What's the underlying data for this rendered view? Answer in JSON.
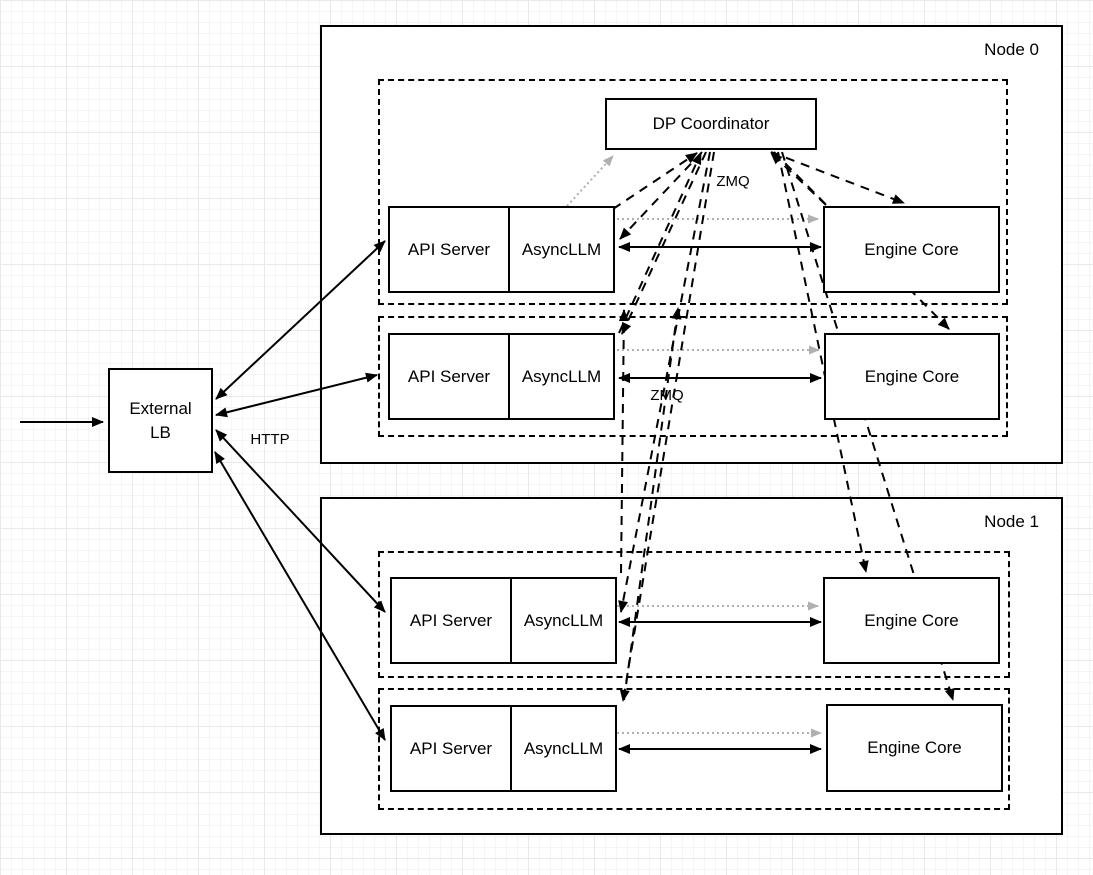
{
  "diagram": {
    "external_lb": {
      "line1": "External",
      "line2": "LB"
    },
    "labels": {
      "http": "HTTP",
      "zmq_top": "ZMQ",
      "zmq_row2": "ZMQ"
    },
    "node0": {
      "label": "Node 0"
    },
    "node1": {
      "label": "Node 1"
    },
    "dp_coordinator": {
      "label": "DP Coordinator"
    },
    "rows": [
      {
        "api": "API Server",
        "async": "AsyncLLM",
        "engine": "Engine Core"
      },
      {
        "api": "API Server",
        "async": "AsyncLLM",
        "engine": "Engine Core"
      },
      {
        "api": "API Server",
        "async": "AsyncLLM",
        "engine": "Engine Core"
      },
      {
        "api": "API Server",
        "async": "AsyncLLM",
        "engine": "Engine Core"
      }
    ],
    "colors": {
      "line": "#000000",
      "dotted_gray": "#b0b0b0",
      "box_fill": "#ffffff",
      "grid_minor": "#f5f5f5",
      "grid_major": "#e9e9e9"
    }
  }
}
